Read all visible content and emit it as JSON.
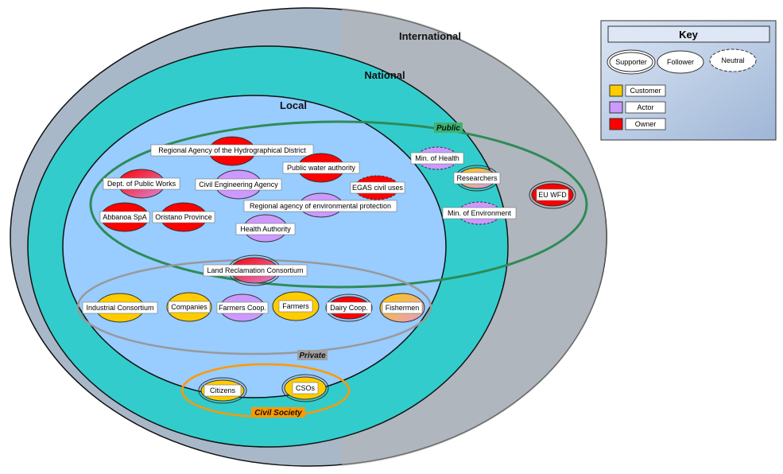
{
  "colors": {
    "international": "#a9b8c9",
    "national": "#33cccc",
    "local": "#99ccff",
    "customer": "#ffcc00",
    "actor": "#cc99ff",
    "owner": "#ff0000",
    "public_ring": "#2e8b57",
    "private_ring": "#999999",
    "civil_ring": "#ff9900",
    "public_tag": "#3cb371",
    "private_tag": "#a0a0a0",
    "civil_tag": "#ff9900"
  },
  "regions": {
    "international": "International",
    "national": "National",
    "local": "Local"
  },
  "groups": {
    "public": "Public",
    "private": "Private",
    "civil_society": "Civil Society"
  },
  "stakeholders": {
    "regional_agency_hydro": "Regional Agency of the Hydrographical District",
    "public_water_authority": "Public water authority",
    "dept_public_works": "Dept. of Public Works",
    "civil_engineering_agency": "Civil Engineering Agency",
    "egas_civil_uses": "EGAS civil uses",
    "regional_agency_env": "Regional agency of environmental protection",
    "abbanoa": "Abbanoa SpA",
    "oristano_province": "Oristano Province",
    "health_authority": "Health Authority",
    "min_health": "Min. of Health",
    "researchers": "Researchers",
    "min_environment": "Min. of Environment",
    "eu_wfd": "EU WFD",
    "land_reclamation": "Land Reclamation Consortium",
    "industrial_consortium": "Industrial Consortium",
    "companies": "Companies",
    "farmers_coop": "Farmers Coop.",
    "farmers": "Farmers",
    "dairy_coop": "Dairy Coop.",
    "fishermen": "Fishermen",
    "citizens": "Citizens",
    "csos": "CSOs"
  },
  "key": {
    "title": "Key",
    "supporter": "Supporter",
    "follower": "Follower",
    "neutral": "Neutral",
    "customer": "Customer",
    "actor": "Actor",
    "owner": "Owner"
  }
}
